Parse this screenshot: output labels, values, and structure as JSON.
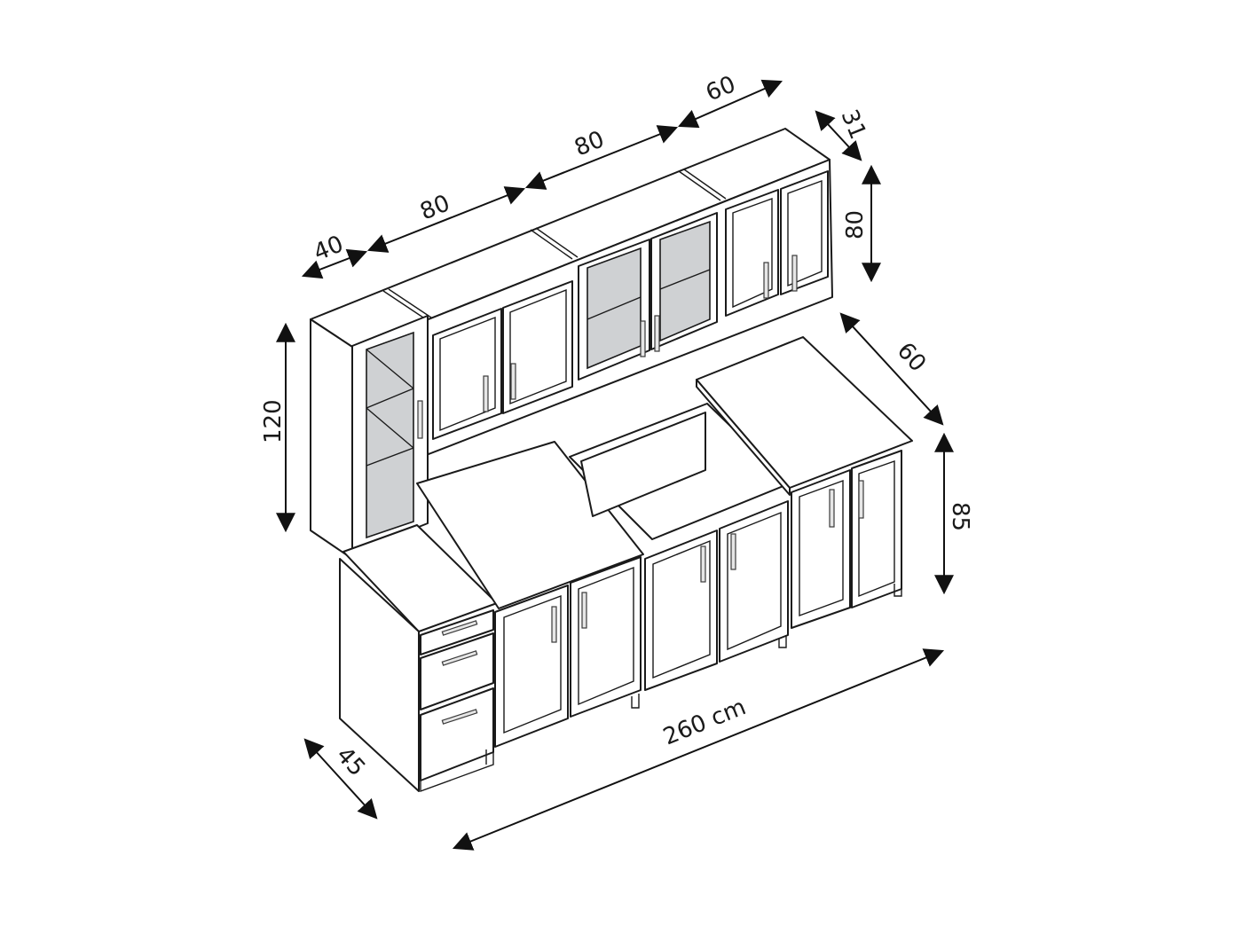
{
  "diagram": {
    "type": "isometric kitchen cabinet dimension drawing",
    "unit": "cm",
    "colors": {
      "line": "#1a1a1a",
      "glass": "#cfd1d3",
      "background": "#ffffff"
    }
  },
  "dimensions": {
    "upper_widths": [
      {
        "id": "w40",
        "label": "40"
      },
      {
        "id": "w80a",
        "label": "80"
      },
      {
        "id": "w80b",
        "label": "80"
      },
      {
        "id": "w60",
        "label": "60"
      }
    ],
    "upper_depth": {
      "label": "31"
    },
    "upper_height": {
      "label": "80"
    },
    "tall_unit_height": {
      "label": "120"
    },
    "base_depth_right": {
      "label": "60"
    },
    "base_height": {
      "label": "85"
    },
    "base_depth_left": {
      "label": "45"
    },
    "total_width": {
      "label": "260 cm"
    }
  }
}
